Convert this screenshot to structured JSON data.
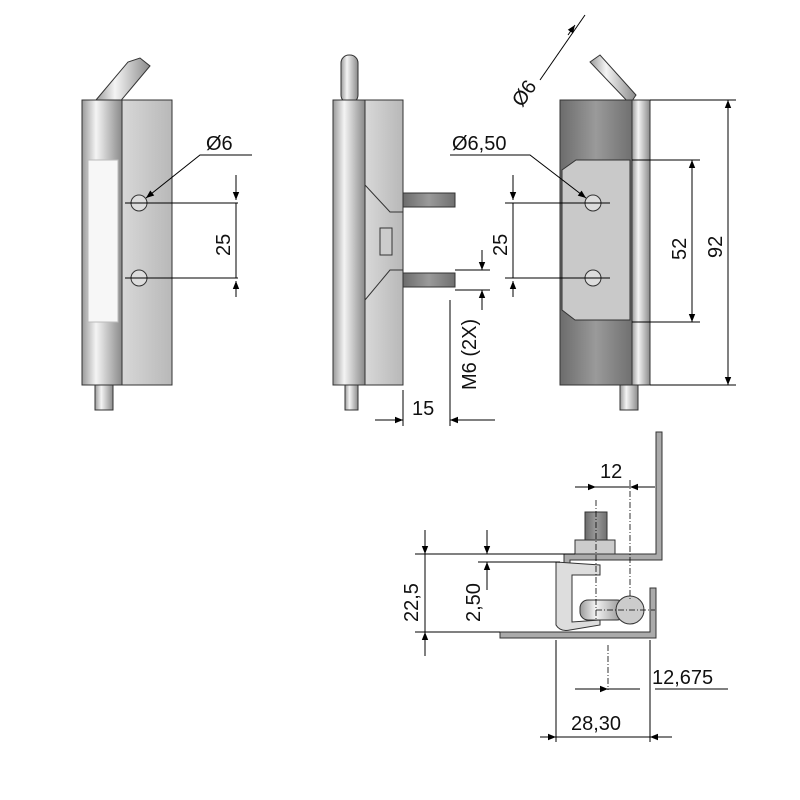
{
  "title": "Hinge technical drawing",
  "front_view": {
    "hole_diameter": "Ø6",
    "hole_spacing": "25"
  },
  "side_view": {
    "thread": "M6 (2X)",
    "stud_length": "15"
  },
  "rear_view": {
    "hole_diameter": "Ø6,50",
    "hole_spacing": "25",
    "pin_diameter": "Ø6",
    "plate_height": "52",
    "overall_height": "92"
  },
  "section_view": {
    "offset_top": "12",
    "height": "22,5",
    "thickness": "2,50",
    "pin_offset": "12,675",
    "width": "28,30"
  }
}
